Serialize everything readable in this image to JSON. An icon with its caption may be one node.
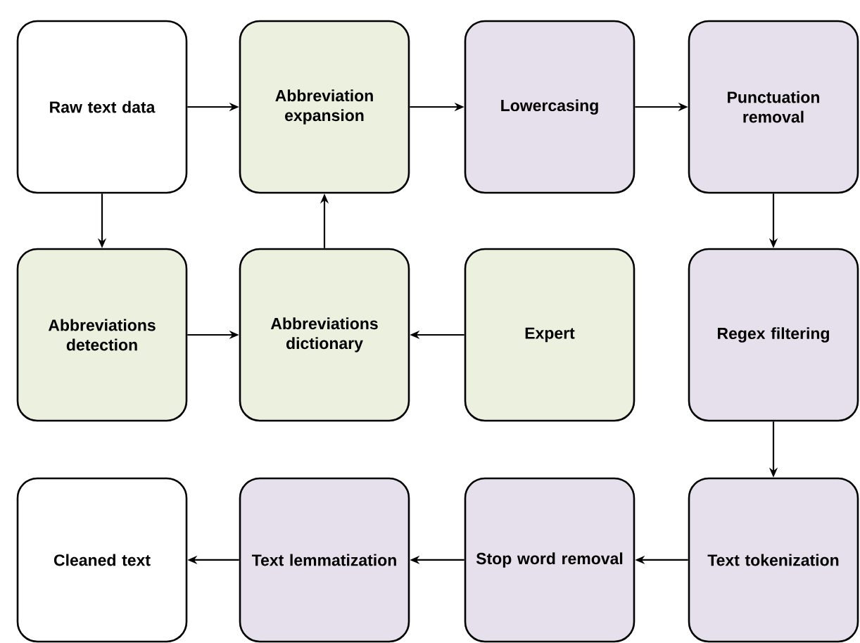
{
  "diagram": {
    "nodes": [
      {
        "text": [
          "Raw text data"
        ]
      },
      {
        "text": [
          "Abbreviation expansion"
        ]
      },
      {
        "text": [
          "Lowercasing"
        ]
      },
      {
        "text": [
          "Punctuation removal"
        ]
      },
      {
        "text": [
          "Abbreviations detection"
        ]
      },
      {
        "text": [
          "Abbreviations dictionary"
        ]
      },
      {
        "text": [
          "Expert"
        ]
      },
      {
        "text": [
          "Regex filtering"
        ]
      },
      {
        "text": [
          "Cleaned text"
        ]
      },
      {
        "text": [
          "Text lemmatization"
        ]
      },
      {
        "text": [
          "Stop word removal"
        ]
      },
      {
        "text": [
          "Text tokenization"
        ]
      }
    ],
    "edges": [
      {
        "from": 0,
        "to": 1,
        "arrow": "to"
      },
      {
        "from": 1,
        "to": 2,
        "arrow": "to"
      },
      {
        "from": 2,
        "to": 3,
        "arrow": "to"
      },
      {
        "from": 3,
        "to": 7,
        "arrow": "to"
      },
      {
        "from": 7,
        "to": 11,
        "arrow": "to"
      },
      {
        "from": 11,
        "to": 10,
        "arrow": "to"
      },
      {
        "from": 10,
        "to": 9,
        "arrow": "to"
      },
      {
        "from": 9,
        "to": 8,
        "arrow": "to"
      },
      {
        "from": 0,
        "to": 4,
        "arrow": "to"
      },
      {
        "from": 4,
        "to": 5,
        "arrow": "to"
      },
      {
        "from": 6,
        "to": 5,
        "arrow": "to"
      },
      {
        "from": 5,
        "to": 1,
        "arrow": "to"
      }
    ]
  }
}
